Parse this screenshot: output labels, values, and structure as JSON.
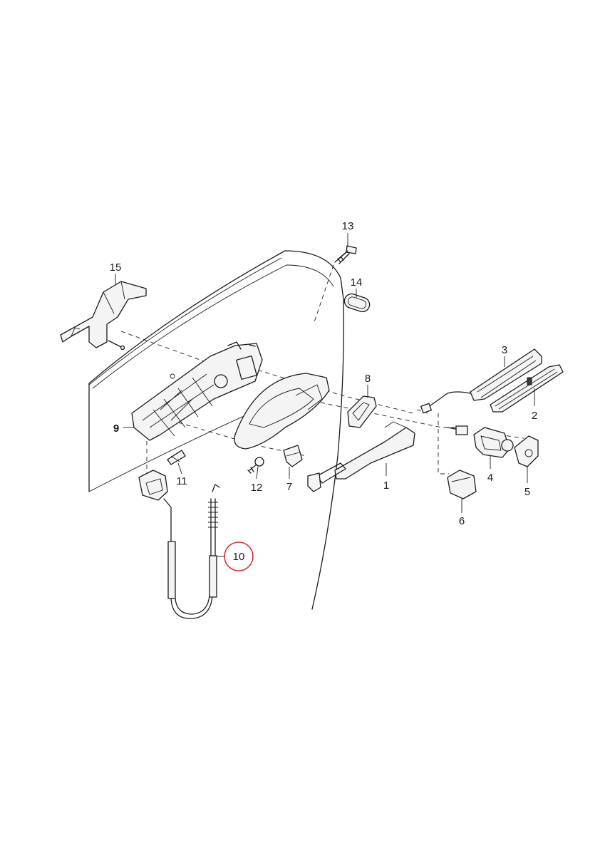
{
  "labels": {
    "p1": "1",
    "p2": "2",
    "p3": "3",
    "p4": "4",
    "p5": "5",
    "p6": "6",
    "p7": "7",
    "p8": "8",
    "p9": "9",
    "p10": "10",
    "p11": "11",
    "p12": "12",
    "p13": "13",
    "p14": "14",
    "p15": "15"
  },
  "highlighted_part": "10",
  "colors": {
    "line": "#1a1a1a",
    "highlight": "#d9302c",
    "background": "#ffffff"
  }
}
